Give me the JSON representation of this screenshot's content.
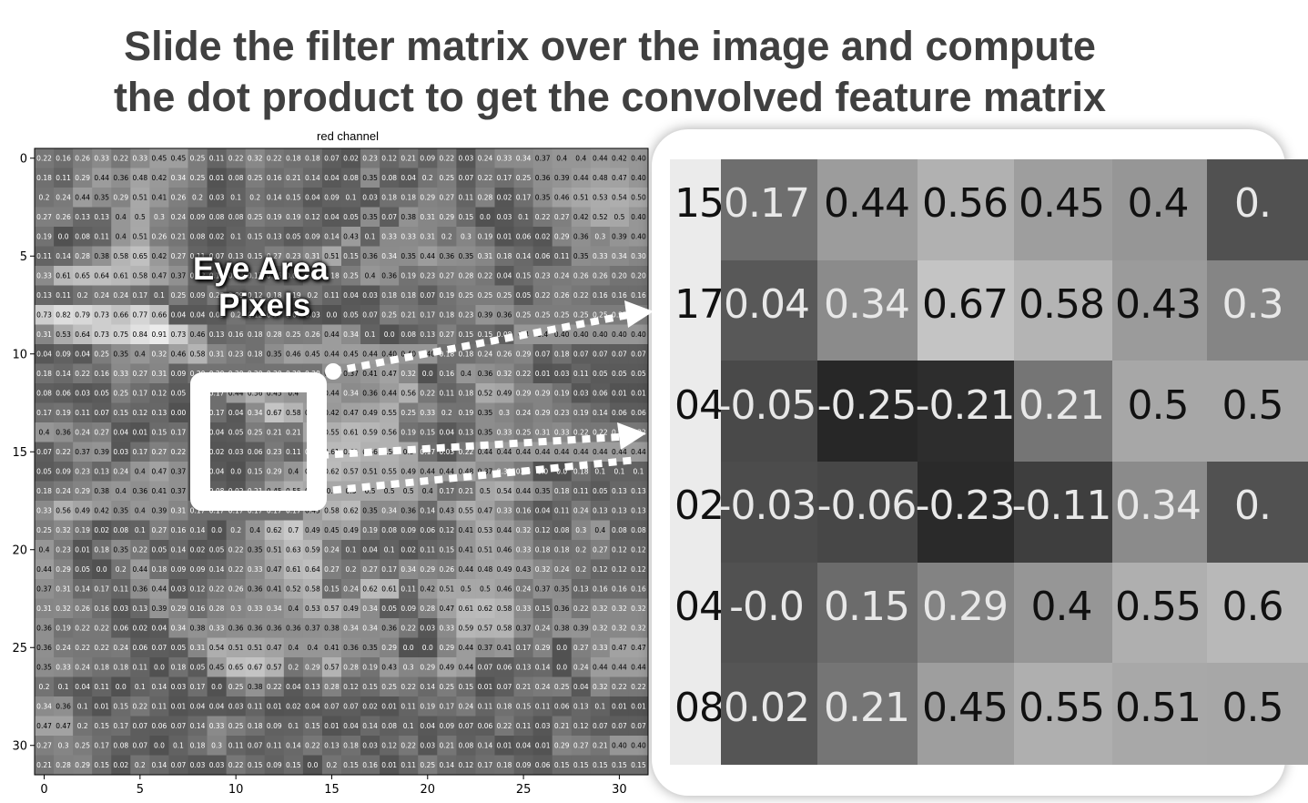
{
  "title": {
    "line1": "Slide the filter matrix over the image and compute",
    "line2": "the dot product to get the convolved feature matrix"
  },
  "eye_label": {
    "line1": "Eye Area",
    "line2": "Pixels"
  },
  "chart_data": {
    "type": "heatmap",
    "title": "red channel",
    "xlabel": "",
    "ylabel": "",
    "x_ticks": [
      "0",
      "5",
      "10",
      "15",
      "20",
      "25",
      "30"
    ],
    "y_ticks": [
      "0",
      "5",
      "10",
      "15",
      "20",
      "25",
      "30"
    ],
    "grid_size": 32,
    "colormap": "gray",
    "zoomed_region": {
      "rows": [
        [
          "15",
          "0.17",
          "0.44",
          "0.56",
          "0.45",
          "0.4",
          "0."
        ],
        [
          "17",
          "0.04",
          "0.34",
          "0.67",
          "0.58",
          "0.43",
          "0.3"
        ],
        [
          "04",
          "-0.05",
          "-0.25",
          "-0.21",
          "0.21",
          "0.5",
          "0.5"
        ],
        [
          "02",
          "-0.03",
          "-0.06",
          "-0.23",
          "-0.11",
          "0.34",
          "0."
        ],
        [
          "04",
          "-0.0",
          "0.15",
          "0.29",
          "0.4",
          "0.55",
          "0.6"
        ],
        [
          "08",
          "0.02",
          "0.21",
          "0.45",
          "0.55",
          "0.51",
          "0.5"
        ]
      ]
    },
    "visible_rows": [
      [
        "0.22",
        "0.16",
        "0.26",
        "0.33",
        "0.22",
        "0.33",
        "0.45",
        "0.45",
        "0.25",
        "0.11",
        "0.22",
        "0.32",
        "0.22",
        "0.18",
        "0.18",
        "0.07",
        "0.02",
        "0.23",
        "0.12",
        "0.21",
        "0.09",
        "0.22",
        "0.03",
        "0.24",
        "0.33",
        "0.34",
        "0.37",
        "0.4",
        "0.4",
        "0.44",
        "0.42",
        "0.40"
      ],
      [
        "0.18",
        "0.11",
        "0.29",
        "0.44",
        "0.36",
        "0.48",
        "0.42",
        "0.34",
        "0.25",
        "0.01",
        "0.08",
        "0.25",
        "0.16",
        "0.21",
        "0.14",
        "0.04",
        "0.08",
        "0.35",
        "0.08",
        "0.04",
        "0.2",
        "0.25",
        "0.07",
        "0.22",
        "0.17",
        "0.25",
        "0.36",
        "0.39",
        "0.44",
        "0.48",
        "0.47",
        "0.40"
      ],
      [
        "0.2",
        "0.24",
        "0.44",
        "0.35",
        "0.29",
        "0.51",
        "0.41",
        "0.26",
        "0.2",
        "0.03",
        "0.1",
        "0.2",
        "0.14",
        "0.15",
        "0.04",
        "0.09",
        "0.1",
        "0.03",
        "0.18",
        "0.18",
        "0.29",
        "0.27",
        "0.11",
        "0.28",
        "0.02",
        "0.17",
        "0.35",
        "0.46",
        "0.51",
        "0.53",
        "0.54",
        "0.50"
      ],
      [
        "0.27",
        "0.26",
        "0.13",
        "0.13",
        "0.4",
        "0.5",
        "0.3",
        "0.24",
        "0.09",
        "0.08",
        "0.08",
        "0.25",
        "0.19",
        "0.19",
        "0.12",
        "0.04",
        "0.05",
        "0.35",
        "0.07",
        "0.38",
        "0.31",
        "0.29",
        "0.15",
        "0.0",
        "0.03",
        "0.1",
        "0.22",
        "0.27",
        "0.42",
        "0.52",
        "0.5",
        "0.40"
      ],
      [
        "0.19",
        "0.0",
        "0.08",
        "0.11",
        "0.4",
        "0.51",
        "0.26",
        "0.21",
        "0.08",
        "0.02",
        "0.1",
        "0.15",
        "0.13",
        "0.05",
        "0.09",
        "0.14",
        "0.43",
        "0.1",
        "0.33",
        "0.33",
        "0.31",
        "0.2",
        "0.3",
        "0.19",
        "0.01",
        "0.06",
        "0.02",
        "0.29",
        "0.36",
        "0.3",
        "0.39",
        "0.40"
      ],
      [
        "0.11",
        "0.14",
        "0.28",
        "0.38",
        "0.58",
        "0.65",
        "0.42",
        "0.27",
        "0.11",
        "0.07",
        "0.13",
        "0.15",
        "0.27",
        "0.23",
        "0.31",
        "0.51",
        "0.15",
        "0.36",
        "0.34",
        "0.35",
        "0.44",
        "0.36",
        "0.35",
        "0.31",
        "0.18",
        "0.14",
        "0.06",
        "0.11",
        "0.35",
        "0.33",
        "0.34",
        "0.30"
      ],
      [
        "0.33",
        "0.61",
        "0.65",
        "0.64",
        "0.61",
        "0.58",
        "0.47",
        "0.37",
        "0.13",
        "0.12",
        "0.18",
        "0.17",
        "0.16",
        "0.06",
        "0.18",
        "0.18",
        "0.25",
        "0.4",
        "0.36",
        "0.19",
        "0.23",
        "0.27",
        "0.28",
        "0.22",
        "0.04",
        "0.15",
        "0.23",
        "0.24",
        "0.26",
        "0.26",
        "0.20",
        "0.20"
      ],
      [
        "0.13",
        "0.11",
        "0.2",
        "0.24",
        "0.24",
        "0.17",
        "0.1",
        "0.25",
        "0.09",
        "0.23",
        "0.09",
        "0.12",
        "0.18",
        "0.19",
        "0.2",
        "0.11",
        "0.04",
        "0.03",
        "0.18",
        "0.18",
        "0.07",
        "0.19",
        "0.25",
        "0.25",
        "0.25",
        "0.05",
        "0.22",
        "0.26",
        "0.22",
        "0.16",
        "0.16",
        "0.16"
      ],
      [
        "0.73",
        "0.82",
        "0.79",
        "0.73",
        "0.66",
        "0.77",
        "0.66",
        "0.04",
        "0.04",
        "0.05",
        "0.2",
        "0.12",
        "0.17",
        "0.07",
        "0.03",
        "0.0",
        "0.05",
        "0.07",
        "0.25",
        "0.21",
        "0.17",
        "0.18",
        "0.23",
        "0.39",
        "0.36",
        "0.25",
        "0.25",
        "0.25",
        "0.25",
        "0.25",
        "0.25",
        "0.25"
      ],
      [
        "0.31",
        "0.53",
        "0.64",
        "0.73",
        "0.75",
        "0.84",
        "0.91",
        "0.73",
        "0.46",
        "0.13",
        "0.16",
        "0.18",
        "0.28",
        "0.25",
        "0.26",
        "0.44",
        "0.34",
        "0.1",
        "0.0",
        "0.08",
        "0.13",
        "0.27",
        "0.15",
        "0.15",
        "0.08",
        "0.4",
        "0.4",
        "0.40",
        "0.40",
        "0.40",
        "0.40",
        "0.40"
      ],
      [
        "0.04",
        "0.09",
        "0.04",
        "0.25",
        "0.35",
        "0.4",
        "0.32",
        "0.46",
        "0.58",
        "0.31",
        "0.23",
        "0.18",
        "0.35",
        "0.46",
        "0.45",
        "0.44",
        "0.45",
        "0.44",
        "0.40",
        "0.40",
        "0.40",
        "0.18",
        "0.18",
        "0.24",
        "0.26",
        "0.29",
        "0.07",
        "0.18",
        "0.07",
        "0.07",
        "0.07",
        "0.07"
      ],
      [
        "0.18",
        "0.14",
        "0.22",
        "0.16",
        "0.33",
        "0.27",
        "0.31",
        "0.09",
        "0.20",
        "0.20",
        "0.20",
        "0.20",
        "0.20",
        "0.20",
        "0.20",
        "0.37",
        "0.37",
        "0.41",
        "0.47",
        "0.32",
        "0.0",
        "0.16",
        "0.4",
        "0.36",
        "0.32",
        "0.22",
        "0.01",
        "0.03",
        "0.11",
        "0.05",
        "0.05",
        "0.05"
      ],
      [
        "0.08",
        "0.06",
        "0.03",
        "0.05",
        "0.25",
        "0.17",
        "0.12",
        "0.05",
        "0.05",
        "0.17",
        "0.44",
        "0.56",
        "0.45",
        "0.4",
        "0.4",
        "0.44",
        "0.34",
        "0.36",
        "0.44",
        "0.56",
        "0.22",
        "0.11",
        "0.18",
        "0.52",
        "0.49",
        "0.29",
        "0.29",
        "0.19",
        "0.03",
        "0.06",
        "0.01",
        "0.01"
      ],
      [
        "0.17",
        "0.19",
        "0.11",
        "0.07",
        "0.15",
        "0.12",
        "0.13",
        "0.00",
        "0.00",
        "0.17",
        "0.04",
        "0.34",
        "0.67",
        "0.58",
        "0.43",
        "0.42",
        "0.47",
        "0.49",
        "0.55",
        "0.25",
        "0.33",
        "0.2",
        "0.19",
        "0.35",
        "0.3",
        "0.24",
        "0.29",
        "0.23",
        "0.19",
        "0.14",
        "0.06",
        "0.06"
      ],
      [
        "0.4",
        "0.36",
        "0.24",
        "0.27",
        "0.04",
        "0.01",
        "0.15",
        "0.17",
        "0.00",
        "0.04",
        "0.05",
        "0.25",
        "0.21",
        "0.21",
        "0.5",
        "0.55",
        "0.61",
        "0.59",
        "0.56",
        "0.19",
        "0.15",
        "0.04",
        "0.13",
        "0.35",
        "0.33",
        "0.25",
        "0.31",
        "0.33",
        "0.22",
        "0.22",
        "0.22",
        "0.22"
      ],
      [
        "0.07",
        "0.22",
        "0.37",
        "0.39",
        "0.03",
        "0.17",
        "0.27",
        "0.22",
        "0.00",
        "0.02",
        "0.03",
        "0.06",
        "0.23",
        "0.11",
        "0.34",
        "0.61",
        "0.62",
        "0.56",
        "0.56",
        "0.5",
        "0.17",
        "0.03",
        "0.22",
        "0.44",
        "0.44",
        "0.44",
        "0.44",
        "0.44",
        "0.44",
        "0.44",
        "0.44",
        "0.44"
      ],
      [
        "0.05",
        "0.09",
        "0.23",
        "0.13",
        "0.24",
        "0.4",
        "0.47",
        "0.37",
        "0.00",
        "0.04",
        "0.0",
        "0.15",
        "0.29",
        "0.4",
        "0.55",
        "0.62",
        "0.57",
        "0.51",
        "0.55",
        "0.49",
        "0.44",
        "0.44",
        "0.48",
        "0.37",
        "0.33",
        "0.24",
        "0.0",
        "0.0",
        "0.18",
        "0.1",
        "0.1",
        "0.1"
      ],
      [
        "0.18",
        "0.24",
        "0.29",
        "0.38",
        "0.4",
        "0.36",
        "0.41",
        "0.37",
        "0.00",
        "0.08",
        "0.02",
        "0.21",
        "0.45",
        "0.55",
        "0.51",
        "0.5",
        "0.5",
        "0.5",
        "0.5",
        "0.5",
        "0.4",
        "0.17",
        "0.21",
        "0.5",
        "0.54",
        "0.44",
        "0.35",
        "0.18",
        "0.11",
        "0.05",
        "0.13",
        "0.13"
      ],
      [
        "0.33",
        "0.56",
        "0.49",
        "0.42",
        "0.35",
        "0.4",
        "0.39",
        "0.31",
        "0.17",
        "0.17",
        "0.17",
        "0.17",
        "0.17",
        "0.17",
        "0.45",
        "0.58",
        "0.62",
        "0.35",
        "0.34",
        "0.36",
        "0.14",
        "0.43",
        "0.55",
        "0.47",
        "0.33",
        "0.16",
        "0.04",
        "0.11",
        "0.24",
        "0.13",
        "0.13",
        "0.13"
      ],
      [
        "0.25",
        "0.32",
        "0.19",
        "0.02",
        "0.08",
        "0.1",
        "0.27",
        "0.16",
        "0.14",
        "0.0",
        "0.2",
        "0.4",
        "0.62",
        "0.7",
        "0.49",
        "0.45",
        "0.49",
        "0.19",
        "0.08",
        "0.09",
        "0.06",
        "0.12",
        "0.41",
        "0.53",
        "0.44",
        "0.32",
        "0.12",
        "0.08",
        "0.3",
        "0.4",
        "0.08",
        "0.08"
      ],
      [
        "0.4",
        "0.23",
        "0.01",
        "0.18",
        "0.35",
        "0.22",
        "0.05",
        "0.14",
        "0.02",
        "0.05",
        "0.22",
        "0.35",
        "0.51",
        "0.63",
        "0.59",
        "0.24",
        "0.1",
        "0.04",
        "0.1",
        "0.02",
        "0.11",
        "0.15",
        "0.41",
        "0.51",
        "0.46",
        "0.33",
        "0.18",
        "0.18",
        "0.2",
        "0.27",
        "0.12",
        "0.12"
      ],
      [
        "0.44",
        "0.29",
        "0.05",
        "0.0",
        "0.2",
        "0.44",
        "0.18",
        "0.09",
        "0.09",
        "0.14",
        "0.22",
        "0.33",
        "0.47",
        "0.61",
        "0.64",
        "0.27",
        "0.2",
        "0.27",
        "0.17",
        "0.34",
        "0.29",
        "0.26",
        "0.44",
        "0.48",
        "0.49",
        "0.43",
        "0.32",
        "0.24",
        "0.2",
        "0.12",
        "0.12",
        "0.12"
      ],
      [
        "0.37",
        "0.31",
        "0.14",
        "0.17",
        "0.11",
        "0.36",
        "0.44",
        "0.03",
        "0.12",
        "0.22",
        "0.26",
        "0.36",
        "0.41",
        "0.52",
        "0.58",
        "0.15",
        "0.24",
        "0.62",
        "0.61",
        "0.11",
        "0.42",
        "0.51",
        "0.5",
        "0.5",
        "0.46",
        "0.24",
        "0.37",
        "0.35",
        "0.13",
        "0.16",
        "0.16",
        "0.16"
      ],
      [
        "0.31",
        "0.32",
        "0.26",
        "0.16",
        "0.03",
        "0.13",
        "0.39",
        "0.29",
        "0.16",
        "0.28",
        "0.3",
        "0.33",
        "0.34",
        "0.4",
        "0.53",
        "0.57",
        "0.49",
        "0.34",
        "0.05",
        "0.09",
        "0.28",
        "0.47",
        "0.61",
        "0.62",
        "0.58",
        "0.33",
        "0.15",
        "0.36",
        "0.22",
        "0.32",
        "0.32",
        "0.32"
      ],
      [
        "0.36",
        "0.19",
        "0.22",
        "0.22",
        "0.06",
        "0.02",
        "0.04",
        "0.34",
        "0.38",
        "0.33",
        "0.36",
        "0.36",
        "0.36",
        "0.36",
        "0.37",
        "0.38",
        "0.34",
        "0.34",
        "0.36",
        "0.22",
        "0.03",
        "0.33",
        "0.59",
        "0.57",
        "0.58",
        "0.37",
        "0.24",
        "0.38",
        "0.39",
        "0.32",
        "0.32",
        "0.32"
      ],
      [
        "0.36",
        "0.24",
        "0.22",
        "0.22",
        "0.24",
        "0.06",
        "0.07",
        "0.05",
        "0.31",
        "0.54",
        "0.51",
        "0.51",
        "0.47",
        "0.4",
        "0.4",
        "0.41",
        "0.36",
        "0.35",
        "0.29",
        "0.0",
        "0.0",
        "0.29",
        "0.44",
        "0.37",
        "0.41",
        "0.17",
        "0.29",
        "0.0",
        "0.27",
        "0.33",
        "0.47",
        "0.47"
      ],
      [
        "0.35",
        "0.33",
        "0.24",
        "0.18",
        "0.18",
        "0.11",
        "0.0",
        "0.18",
        "0.05",
        "0.45",
        "0.65",
        "0.67",
        "0.57",
        "0.2",
        "0.29",
        "0.57",
        "0.28",
        "0.19",
        "0.43",
        "0.3",
        "0.29",
        "0.49",
        "0.44",
        "0.07",
        "0.06",
        "0.13",
        "0.14",
        "0.0",
        "0.24",
        "0.44",
        "0.44",
        "0.44"
      ],
      [
        "0.2",
        "0.1",
        "0.04",
        "0.11",
        "0.0",
        "0.1",
        "0.14",
        "0.03",
        "0.17",
        "0.0",
        "0.25",
        "0.38",
        "0.22",
        "0.04",
        "0.13",
        "0.28",
        "0.12",
        "0.15",
        "0.25",
        "0.22",
        "0.14",
        "0.25",
        "0.15",
        "0.01",
        "0.07",
        "0.21",
        "0.24",
        "0.25",
        "0.04",
        "0.32",
        "0.22",
        "0.22"
      ],
      [
        "0.34",
        "0.36",
        "0.1",
        "0.01",
        "0.15",
        "0.22",
        "0.11",
        "0.01",
        "0.04",
        "0.04",
        "0.03",
        "0.11",
        "0.01",
        "0.02",
        "0.04",
        "0.07",
        "0.07",
        "0.02",
        "0.01",
        "0.11",
        "0.19",
        "0.17",
        "0.24",
        "0.11",
        "0.18",
        "0.15",
        "0.11",
        "0.06",
        "0.13",
        "0.1",
        "0.01",
        "0.01"
      ],
      [
        "0.47",
        "0.47",
        "0.2",
        "0.15",
        "0.17",
        "0.07",
        "0.06",
        "0.07",
        "0.14",
        "0.33",
        "0.25",
        "0.18",
        "0.09",
        "0.1",
        "0.15",
        "0.01",
        "0.04",
        "0.14",
        "0.08",
        "0.1",
        "0.04",
        "0.09",
        "0.07",
        "0.06",
        "0.22",
        "0.11",
        "0.03",
        "0.21",
        "0.12",
        "0.07",
        "0.07",
        "0.07"
      ],
      [
        "0.27",
        "0.3",
        "0.25",
        "0.17",
        "0.08",
        "0.07",
        "0.0",
        "0.1",
        "0.18",
        "0.3",
        "0.11",
        "0.07",
        "0.11",
        "0.14",
        "0.22",
        "0.13",
        "0.18",
        "0.03",
        "0.12",
        "0.22",
        "0.03",
        "0.21",
        "0.08",
        "0.14",
        "0.01",
        "0.04",
        "0.01",
        "0.29",
        "0.27",
        "0.21",
        "0.40",
        "0.40"
      ],
      [
        "0.21",
        "0.28",
        "0.29",
        "0.15",
        "0.02",
        "0.2",
        "0.14",
        "0.07",
        "0.03",
        "0.03",
        "0.22",
        "0.15",
        "0.09",
        "0.15",
        "0.0",
        "0.2",
        "0.15",
        "0.16",
        "0.01",
        "0.11",
        "0.25",
        "0.14",
        "0.12",
        "0.17",
        "0.18",
        "0.09",
        "0.06",
        "0.15",
        "0.15",
        "0.15",
        "0.15",
        "0.15"
      ]
    ]
  }
}
